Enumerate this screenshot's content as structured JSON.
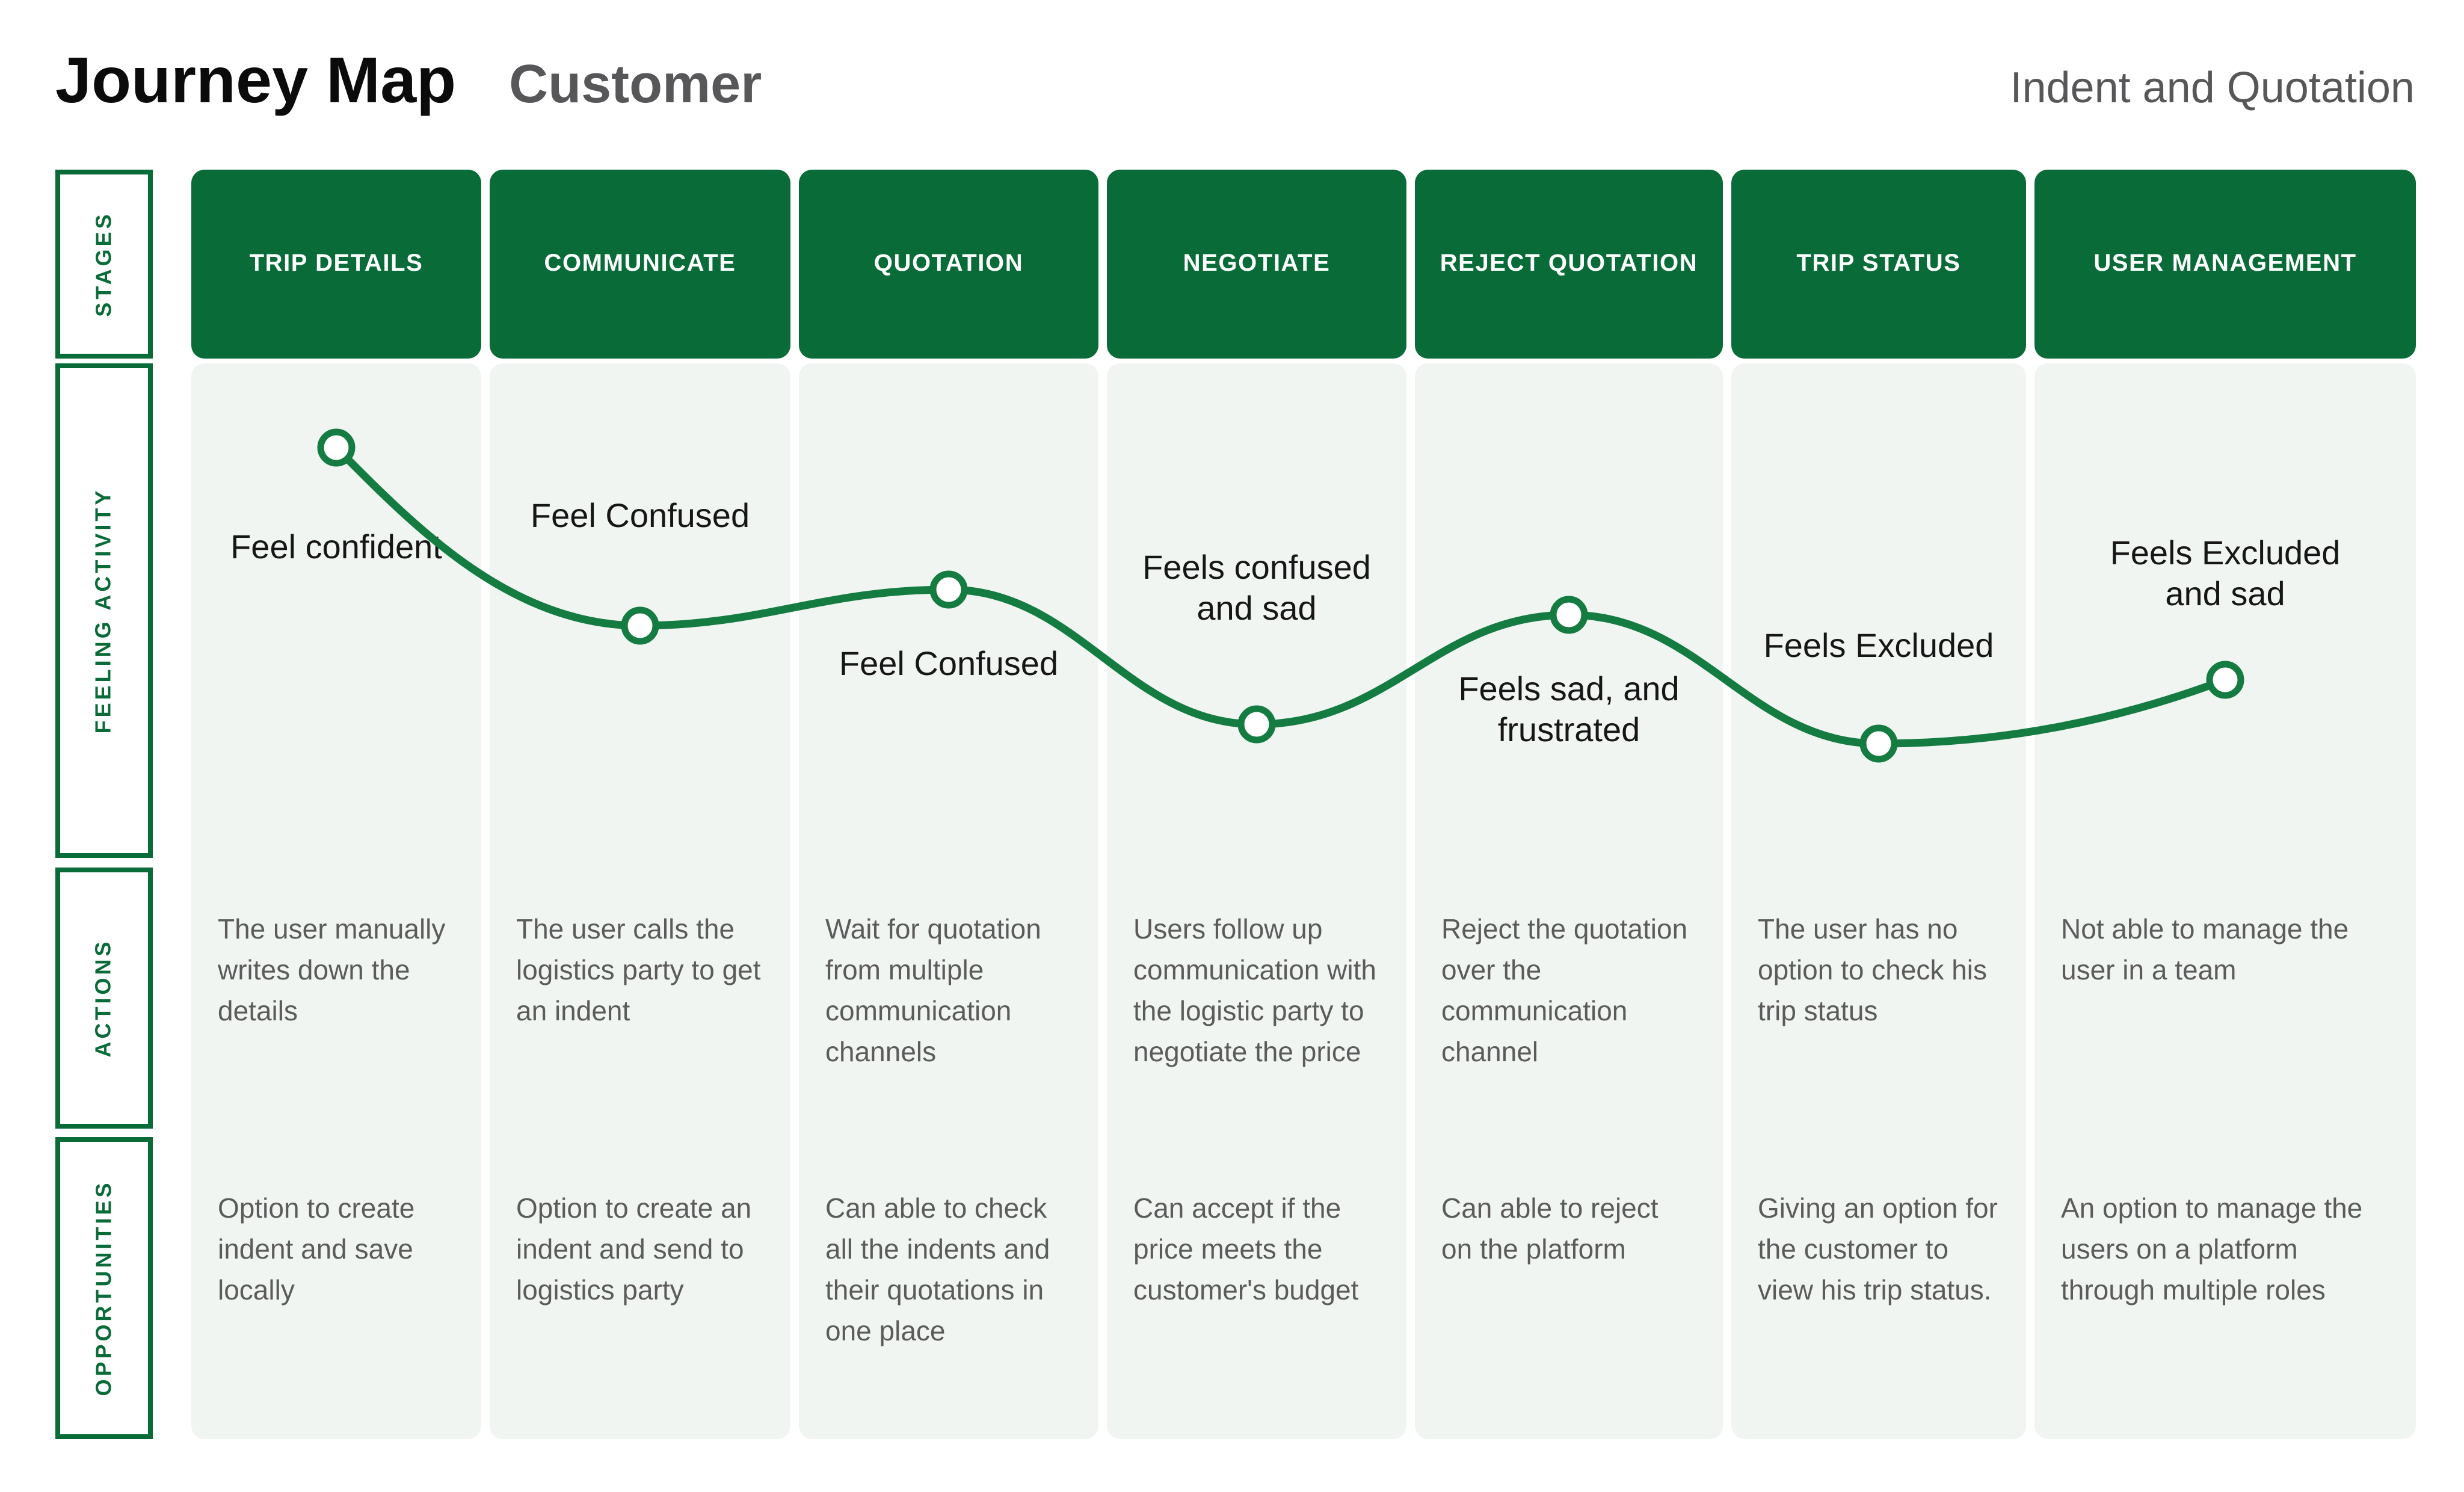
{
  "header": {
    "title": "Journey Map",
    "subtitle": "Customer",
    "right_label": "Indent and Quotation"
  },
  "row_labels": {
    "stages": "STAGES",
    "feeling": "FEELING ACTIVITY",
    "actions": "ACTIONS",
    "opportunities": "OPPORTUNITIES"
  },
  "stages": [
    {
      "name": "TRIP DETAILS",
      "feeling": "Feel confident",
      "action": "The user manually writes down the details",
      "opportunity": "Option to create indent and save locally"
    },
    {
      "name": "COMMUNICATE",
      "feeling": "Feel Confused",
      "action": "The user calls the logistics party to get an indent",
      "opportunity": "Option to create an indent and send to logistics party"
    },
    {
      "name": "QUOTATION",
      "feeling": "Feel Confused",
      "action": "Wait for quotation from multiple communication channels",
      "opportunity": "Can able to check all the indents and their quotations in one place"
    },
    {
      "name": "NEGOTIATE",
      "feeling": "Feels confused\nand sad",
      "action": "Users follow up communication with the logistic party to negotiate the price",
      "opportunity": "Can accept if the price meets the customer's budget"
    },
    {
      "name": "REJECT QUOTATION",
      "feeling": "Feels sad, and\nfrustrated",
      "action": "Reject the quotation over the communication channel",
      "opportunity": "Can able to reject on the platform"
    },
    {
      "name": "TRIP STATUS",
      "feeling": "Feels Excluded",
      "action": "The user has no option to check his trip status",
      "opportunity": "Giving an option for the customer to view his trip status."
    },
    {
      "name": "USER MANAGEMENT",
      "feeling": "Feels Excluded\nand sad",
      "action": "Not able to manage the user in a team",
      "opportunity": "An option to manage the users on a platform through multiple roles"
    }
  ],
  "emotion_curve": {
    "stage_names": [
      "TRIP DETAILS",
      "COMMUNICATE",
      "QUOTATION",
      "NEGOTIATE",
      "REJECT QUOTATION",
      "TRIP STATUS",
      "USER MANAGEMENT"
    ],
    "sentiment_levels_0_top_1_bottom": [
      0.17,
      0.52,
      0.45,
      0.72,
      0.5,
      0.75,
      0.63
    ]
  },
  "colors": {
    "stage_block_green": "#096B38",
    "curve_green": "#147B41",
    "column_background": "#F1F5F2",
    "body_text_gray": "#5B5B5B",
    "feeling_text": "#161616",
    "subtitle_gray": "#57575A",
    "title_black": "#0B0B0B"
  }
}
